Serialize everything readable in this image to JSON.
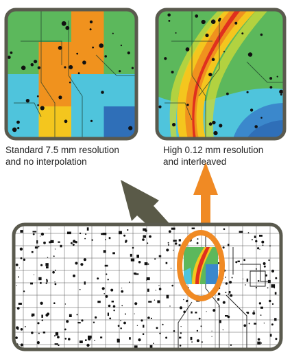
{
  "captions": {
    "left": "Standard 7.5 mm resolution\nand no interpolation",
    "right": "High 0.12 mm resolution\nand interleaved"
  },
  "colors": {
    "frame_border": "#5a5a4e",
    "left_arrow": "#5a5a48",
    "right_arrow": "#f08a24",
    "highlight_ring": "#f08a24",
    "heatmap_green": "#5cb85c",
    "heatmap_orange": "#f0921e",
    "heatmap_yellow": "#f4c61e",
    "heatmap_cyan": "#4fc4dc",
    "heatmap_blue": "#2f6fb8",
    "heatmap_red": "#e0301e"
  },
  "panels": {
    "left": {
      "description_icon": "coarse-heatmap-grid"
    },
    "right": {
      "description_icon": "fine-heatmap-smooth"
    },
    "bottom": {
      "description_icon": "circuit-board-layout"
    }
  },
  "coarse_grid_cells": [
    [
      "green",
      "green",
      "orange",
      "green"
    ],
    [
      "green",
      "orange",
      "orange",
      "green"
    ],
    [
      "cyan",
      "orange",
      "cyan",
      "cyan"
    ],
    [
      "cyan",
      "yellow",
      "cyan",
      "blue"
    ]
  ]
}
